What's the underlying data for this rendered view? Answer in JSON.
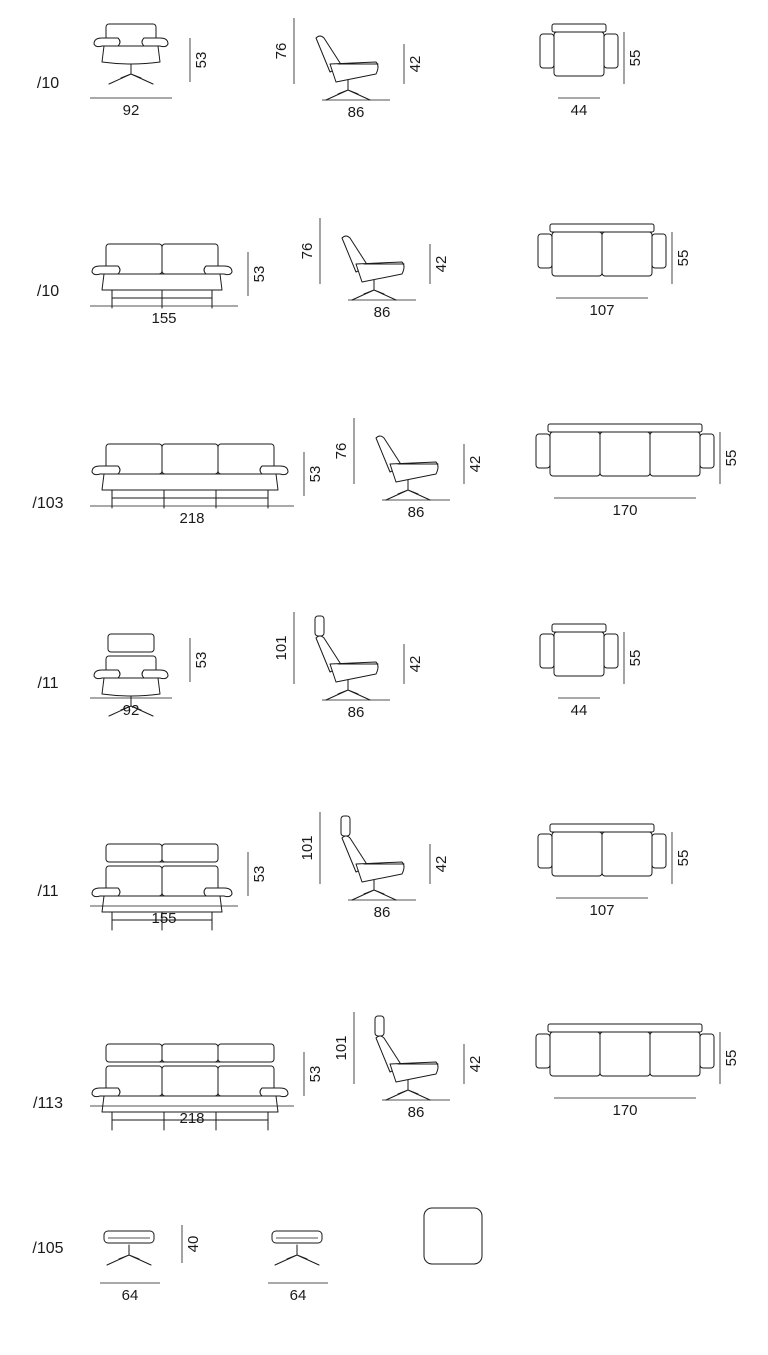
{
  "colors": {
    "ink": "#1a1a1a",
    "paper": "#ffffff"
  },
  "rows": [
    {
      "code": "/10",
      "front": {
        "type": "chair",
        "seats": 1,
        "headrest": false,
        "width": "92",
        "height": "53"
      },
      "side": {
        "headrest": false,
        "height": "76",
        "seat": "42",
        "depth": "86"
      },
      "top": {
        "seats": 1,
        "width": "44",
        "depth": "55"
      }
    },
    {
      "code": "/10",
      "front": {
        "type": "sofa",
        "seats": 2,
        "headrest": false,
        "width": "155",
        "height": "53"
      },
      "side": {
        "headrest": false,
        "height": "76",
        "seat": "42",
        "depth": "86"
      },
      "top": {
        "seats": 2,
        "width": "107",
        "depth": "55"
      }
    },
    {
      "code": "/103",
      "front": {
        "type": "sofa",
        "seats": 3,
        "headrest": false,
        "width": "218",
        "height": "53"
      },
      "side": {
        "headrest": false,
        "height": "76",
        "seat": "42",
        "depth": "86"
      },
      "top": {
        "seats": 3,
        "width": "170",
        "depth": "55"
      }
    },
    {
      "code": "/11",
      "front": {
        "type": "chair",
        "seats": 1,
        "headrest": true,
        "width": "92",
        "height": "53"
      },
      "side": {
        "headrest": true,
        "height": "101",
        "seat": "42",
        "depth": "86"
      },
      "top": {
        "seats": 1,
        "width": "44",
        "depth": "55"
      }
    },
    {
      "code": "/11",
      "front": {
        "type": "sofa",
        "seats": 2,
        "headrest": true,
        "width": "155",
        "height": "53"
      },
      "side": {
        "headrest": true,
        "height": "101",
        "seat": "42",
        "depth": "86"
      },
      "top": {
        "seats": 2,
        "width": "107",
        "depth": "55"
      }
    },
    {
      "code": "/113",
      "front": {
        "type": "sofa",
        "seats": 3,
        "headrest": true,
        "width": "218",
        "height": "53"
      },
      "side": {
        "headrest": true,
        "height": "101",
        "seat": "42",
        "depth": "86"
      },
      "top": {
        "seats": 3,
        "width": "170",
        "depth": "55"
      }
    }
  ],
  "ottoman": {
    "code": "/105",
    "width_front": "64",
    "width_side": "64",
    "height": "40"
  }
}
